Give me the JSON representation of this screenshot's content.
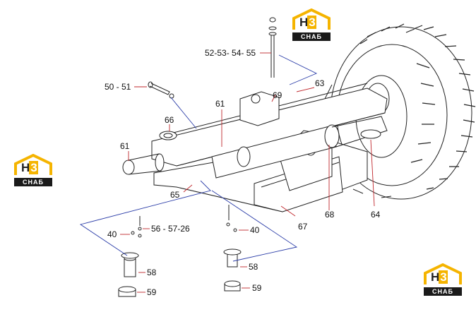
{
  "labels": {
    "p50_51": "50 - 51",
    "p52_55": "52-53- 54- 55",
    "p63": "63",
    "p69": "69",
    "p61_top": "61",
    "p66": "66",
    "p61_left": "61",
    "p65": "65",
    "p67": "67",
    "p68": "68",
    "p64": "64",
    "p40_left": "40",
    "p56_57_26": "56 - 57-26",
    "p58_left": "58",
    "p59_left": "59",
    "p40_right": "40",
    "p58_right": "58",
    "p59_right": "59"
  },
  "logo": {
    "mark_left": "H",
    "mark_right": "3",
    "band_text": "СНАБ",
    "accent_color": "#f5b400"
  }
}
